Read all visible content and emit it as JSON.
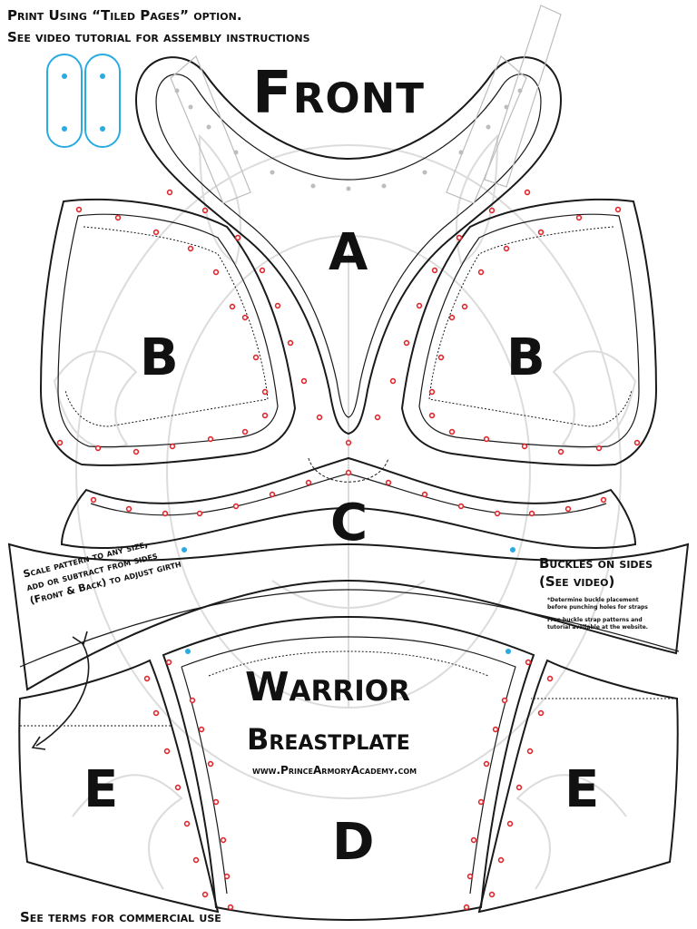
{
  "instructions": {
    "line1": "Print Using “Tiled Pages” option.",
    "line2": "See video tutorial for assembly instructions"
  },
  "view_title": "Front",
  "piece_labels": {
    "a": "A",
    "b_left": "B",
    "b_right": "B",
    "c": "C",
    "d": "D",
    "e_left": "E",
    "e_right": "E"
  },
  "title": {
    "main": "Warrior",
    "sub": "Breastplate",
    "website": "www.PrinceArmoryAcademy.com"
  },
  "buckles": {
    "line1": "Buckles on sides",
    "line2": "(See video)",
    "note1": "*Determine buckle placement",
    "note2": "before punching holes for straps",
    "note3": "Free buckle strap patterns and",
    "note4": "tutorial available at the website."
  },
  "scale_note": {
    "line1": "Scale pattern to any size,",
    "line2": "add or subtract from sides",
    "line3": "(Front & Back) to adjust girth"
  },
  "footer": {
    "terms": "See terms for commercial use"
  },
  "colors": {
    "outline": "#1a1a1a",
    "rivet": "#e0262b",
    "strap_blue": "#29abe2",
    "watermark": "#d6d6d6"
  }
}
